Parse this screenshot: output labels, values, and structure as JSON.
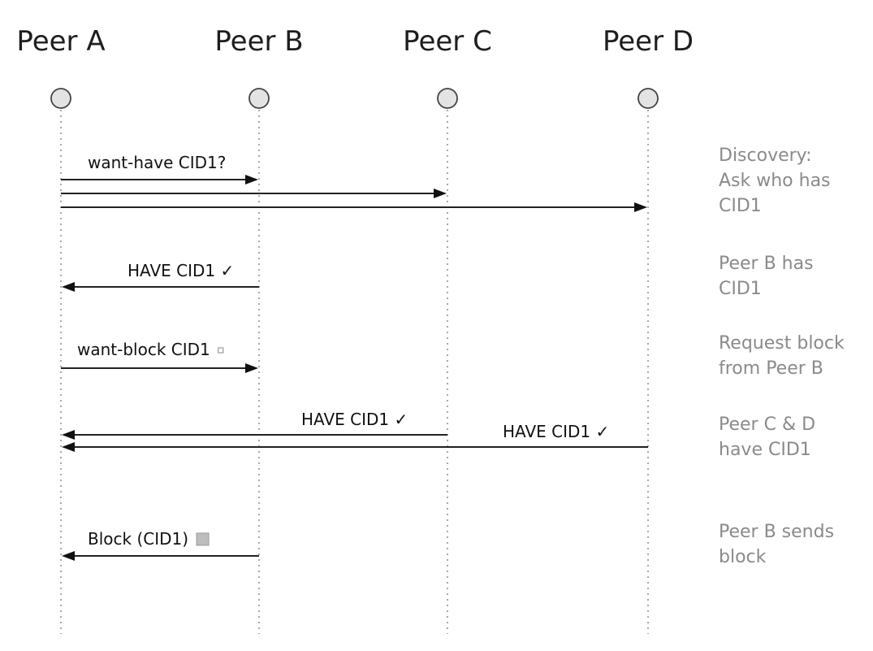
{
  "peers": [
    {
      "id": "A",
      "label": "Peer A"
    },
    {
      "id": "B",
      "label": "Peer B"
    },
    {
      "id": "C",
      "label": "Peer C"
    },
    {
      "id": "D",
      "label": "Peer D"
    }
  ],
  "messages": [
    {
      "from": "A",
      "to": "B",
      "label": "want-have CID1?"
    },
    {
      "from": "A",
      "to": "C",
      "label": ""
    },
    {
      "from": "A",
      "to": "D",
      "label": ""
    },
    {
      "from": "B",
      "to": "A",
      "label": "HAVE CID1 ✓"
    },
    {
      "from": "A",
      "to": "B",
      "label": "want-block CID1",
      "marker": "small-box"
    },
    {
      "from": "C",
      "to": "A",
      "label": "HAVE CID1 ✓"
    },
    {
      "from": "D",
      "to": "A",
      "label": "HAVE CID1 ✓"
    },
    {
      "from": "B",
      "to": "A",
      "label": "Block (CID1)",
      "marker": "block-box"
    }
  ],
  "notes": [
    {
      "lines": [
        "Discovery:",
        "Ask who has",
        "CID1"
      ]
    },
    {
      "lines": [
        "Peer B has",
        "CID1"
      ]
    },
    {
      "lines": [
        "Request block",
        "from Peer B"
      ]
    },
    {
      "lines": [
        "Peer C & D",
        "have CID1"
      ]
    },
    {
      "lines": [
        "Peer B sends",
        "block"
      ]
    }
  ],
  "colors": {
    "line": "#222222",
    "lifeline": "#8c8c8c",
    "node_fill": "#e3e3e3",
    "note_text": "#8a8a8a",
    "block_fill": "#bdbdbd"
  }
}
